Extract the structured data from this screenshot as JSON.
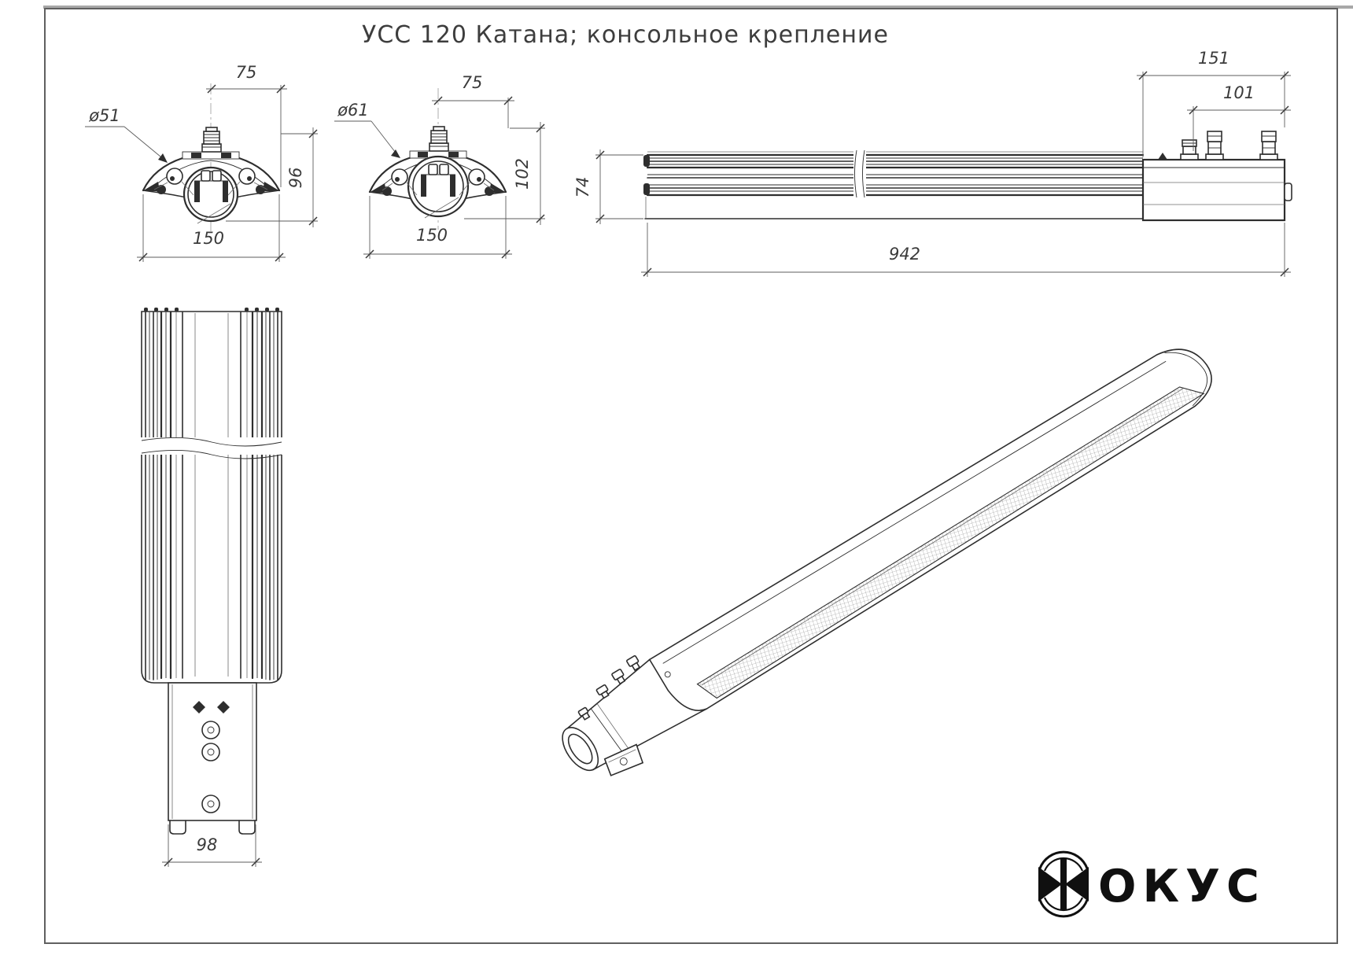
{
  "title": "УСС 120 Катана; консольное крепление",
  "views": {
    "cross_section_a": {
      "top_width": "75",
      "clamp_diameter": "ø51",
      "height": "96",
      "width": "150"
    },
    "cross_section_b": {
      "top_width": "75",
      "clamp_diameter": "ø61",
      "height": "102",
      "width": "150"
    },
    "side": {
      "bracket_length": "151",
      "bolt_span": "101",
      "height": "74",
      "total_length": "942"
    },
    "front": {
      "bracket_width": "98"
    }
  },
  "logo": {
    "wordmark": "ОКУС"
  },
  "colors": {
    "line": "#2e2e2e",
    "dim_line": "#5c5c5c",
    "text": "#3a3a3a",
    "logo": "#101010",
    "background": "#ffffff",
    "frame": "#606060"
  }
}
